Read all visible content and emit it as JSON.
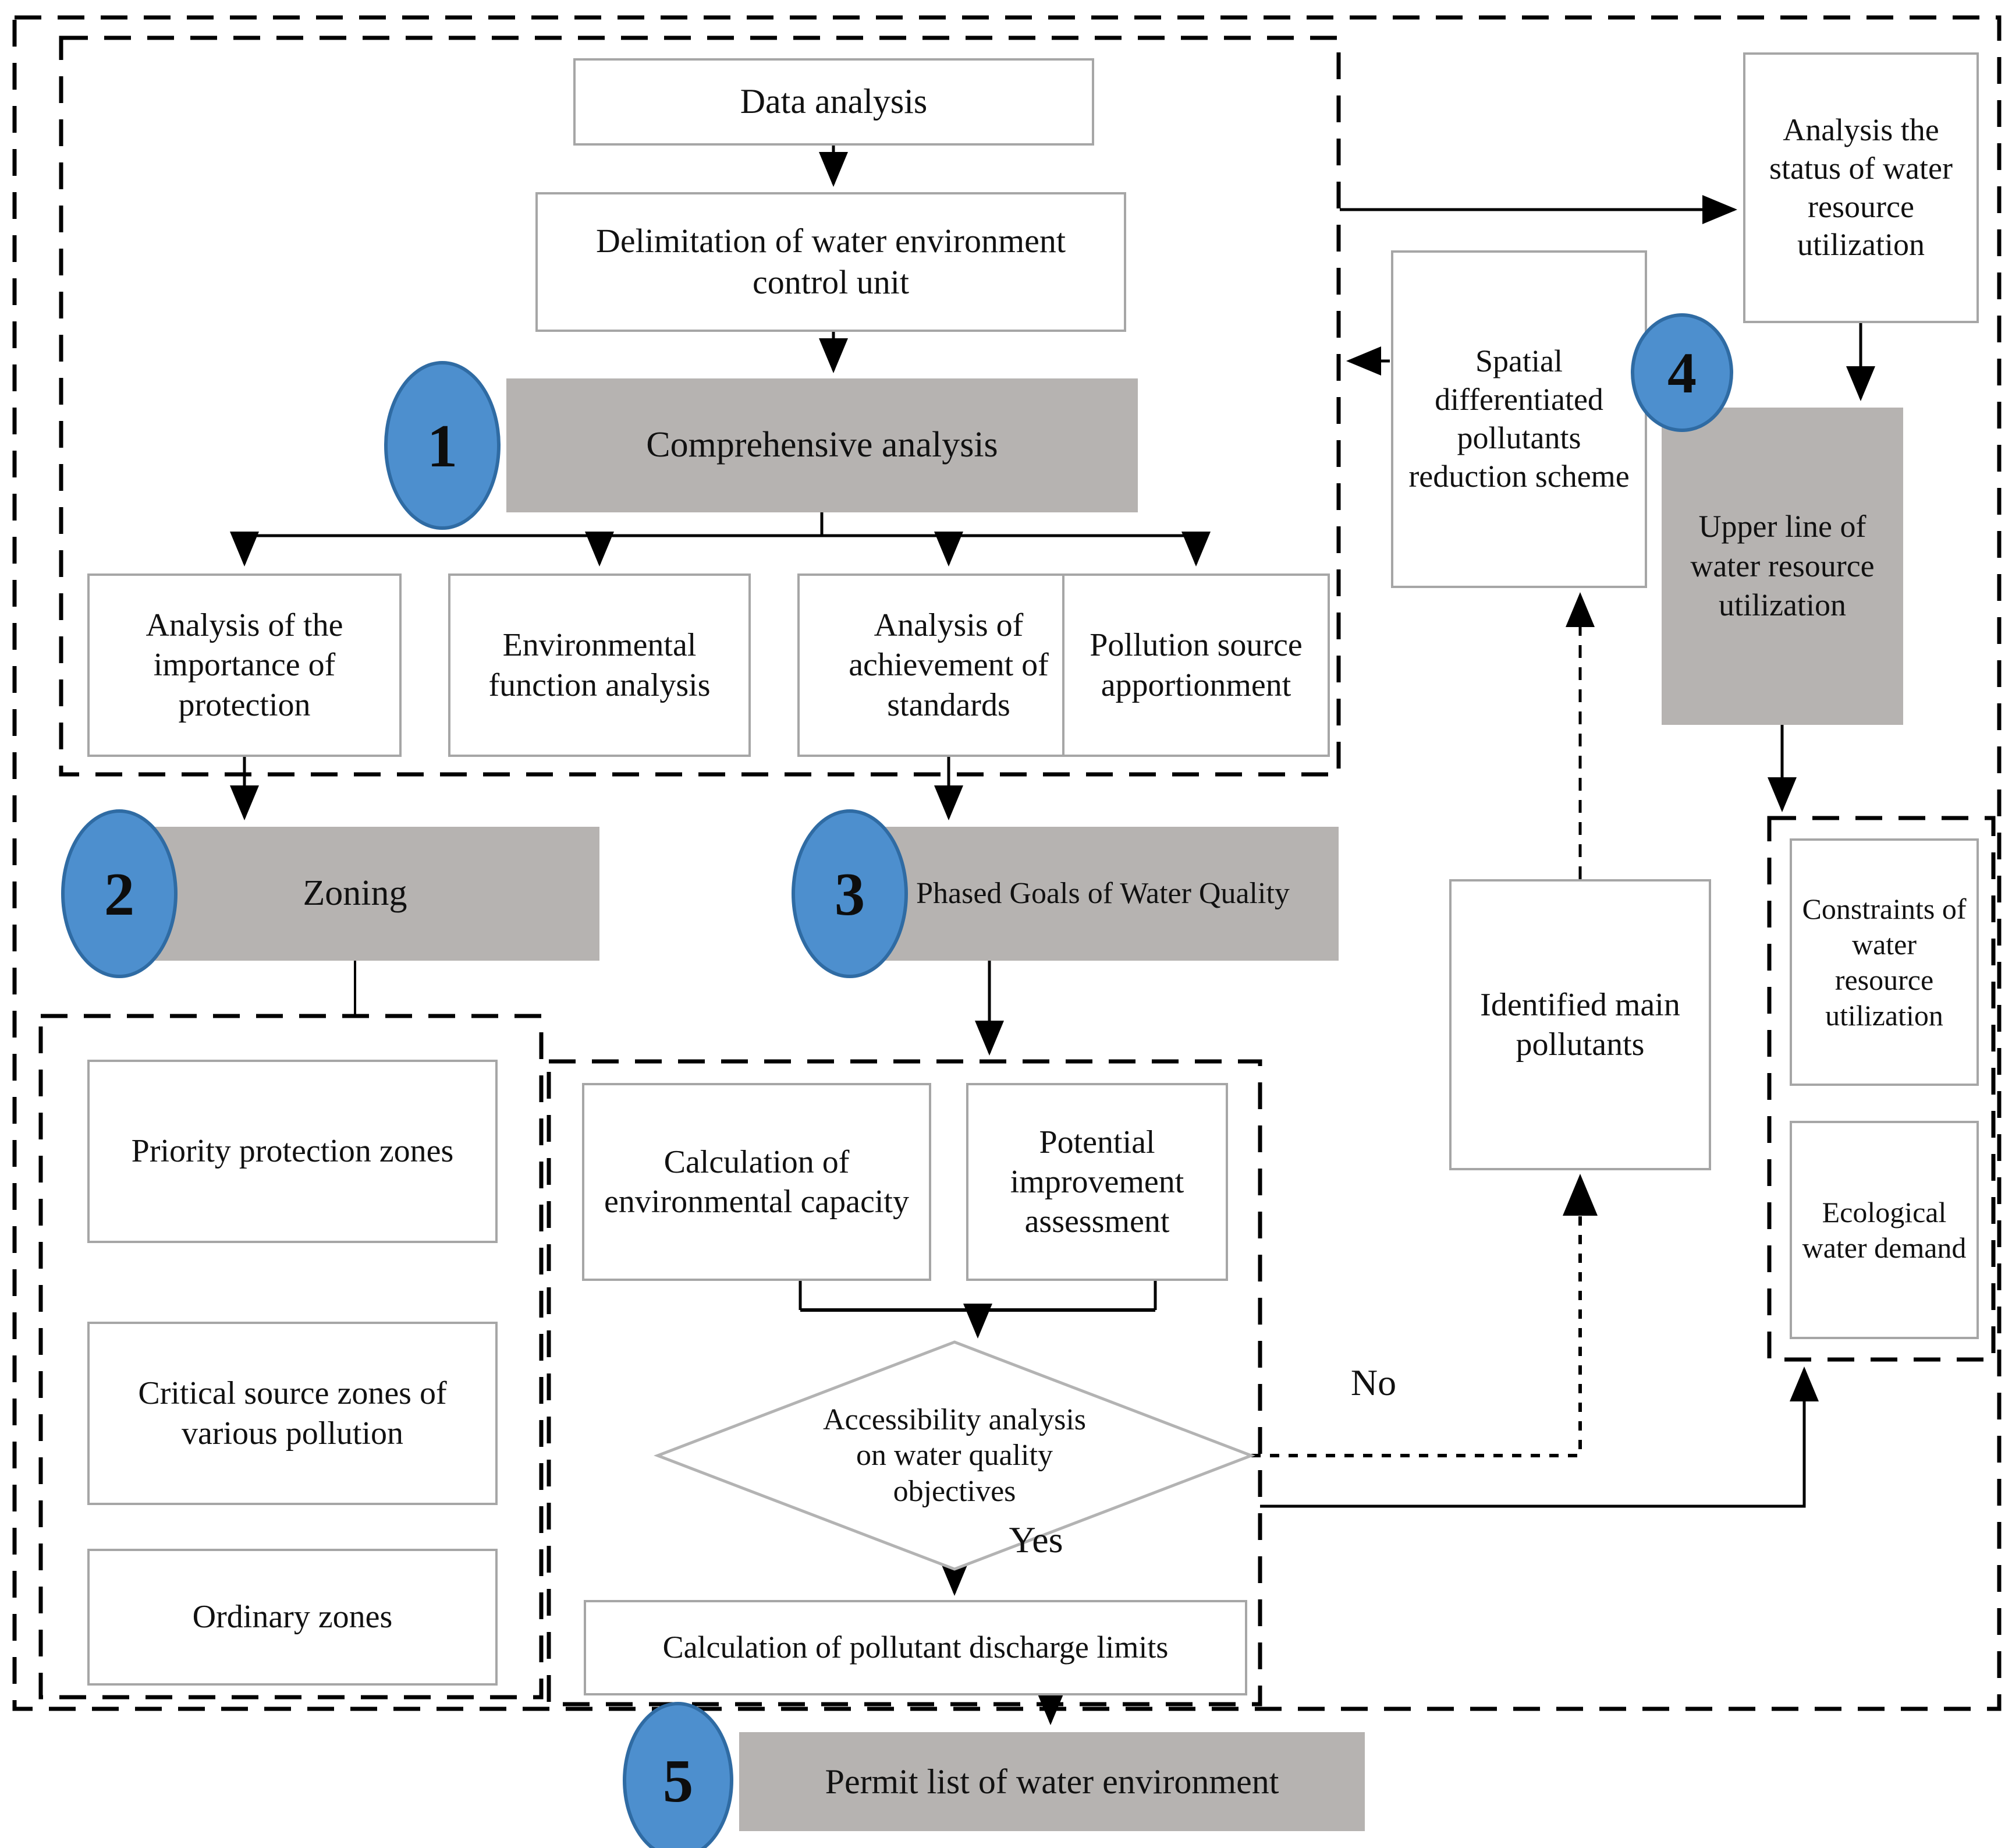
{
  "colors": {
    "step_circle_fill": "#4d8fce",
    "step_circle_border": "#2f6ba3",
    "process_bar_fill": "#b6b3b1",
    "box_border": "#a6a6a6",
    "line_color": "#000000"
  },
  "steps": {
    "s1": "1",
    "s2": "2",
    "s3": "3",
    "s4": "4",
    "s5": "5"
  },
  "nodes": {
    "data_analysis": "Data analysis",
    "delimitation": "Delimitation of water environment control unit",
    "comprehensive": "Comprehensive analysis",
    "importance": "Analysis of the importance of protection",
    "env_function": "Environmental function analysis",
    "achievement": "Analysis of achievement of standards",
    "pollution_source": "Pollution source apportionment",
    "zoning": "Zoning",
    "phased_goals": "Phased Goals of  Water Quality",
    "priority_zones": "Priority protection zones",
    "critical_zones": "Critical  source zones of various pollution",
    "ordinary_zones": "Ordinary zones",
    "calc_env_capacity": "Calculation of environmental capacity",
    "potential_improvement": "Potential improvement assessment",
    "accessibility": "Accessibility analysis on water quality objectives",
    "calc_discharge_limits": "Calculation of pollutant discharge limits",
    "permit_list": "Permit list of water environment",
    "analysis_status": "Analysis the status of water resource utilization",
    "spatial_scheme": "Spatial differentiated pollutants reduction scheme",
    "upper_line": "Upper line of water resource utilization",
    "identified_pollutants": "Identified main pollutants",
    "constraints": "Constraints of water resource utilization",
    "ecological_demand": "Ecological water demand"
  },
  "decision_labels": {
    "yes": "Yes",
    "no": "No"
  }
}
